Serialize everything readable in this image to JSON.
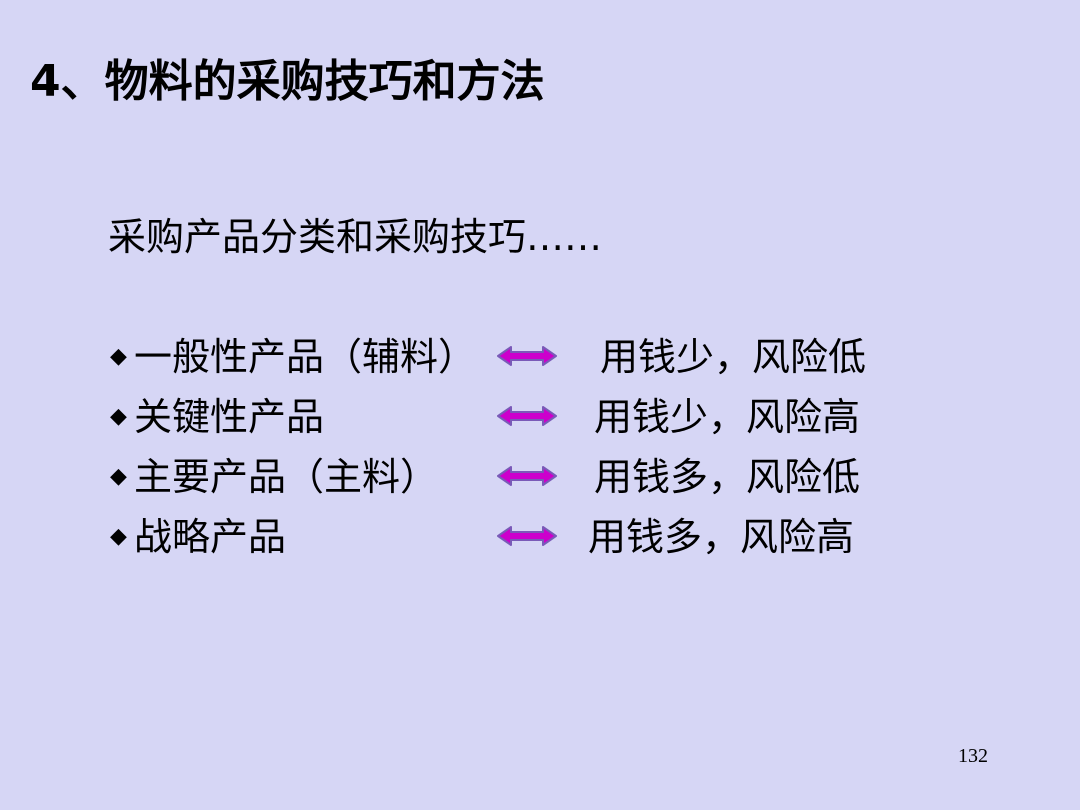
{
  "slide": {
    "title": "4、物料的采购技巧和方法",
    "subtitle": "采购产品分类和采购技巧……",
    "bullet_glyph": "◆",
    "items": [
      {
        "product": "一般性产品（辅料）",
        "result": "用钱少，风险低"
      },
      {
        "product": "关键性产品",
        "result": "用钱少，风险高"
      },
      {
        "product": "主要产品（主料）",
        "result": "用钱多，风险低"
      },
      {
        "product": "战略产品",
        "result": "用钱多，风险高"
      }
    ],
    "page_number": "132",
    "colors": {
      "background": "#d6d6f5",
      "arrow_fill": "#cc00cc",
      "arrow_stroke": "#7a5ab8",
      "text": "#000000"
    },
    "icons": {
      "bullet": "diamond-bullet-icon",
      "arrow": "double-arrow-icon"
    }
  }
}
